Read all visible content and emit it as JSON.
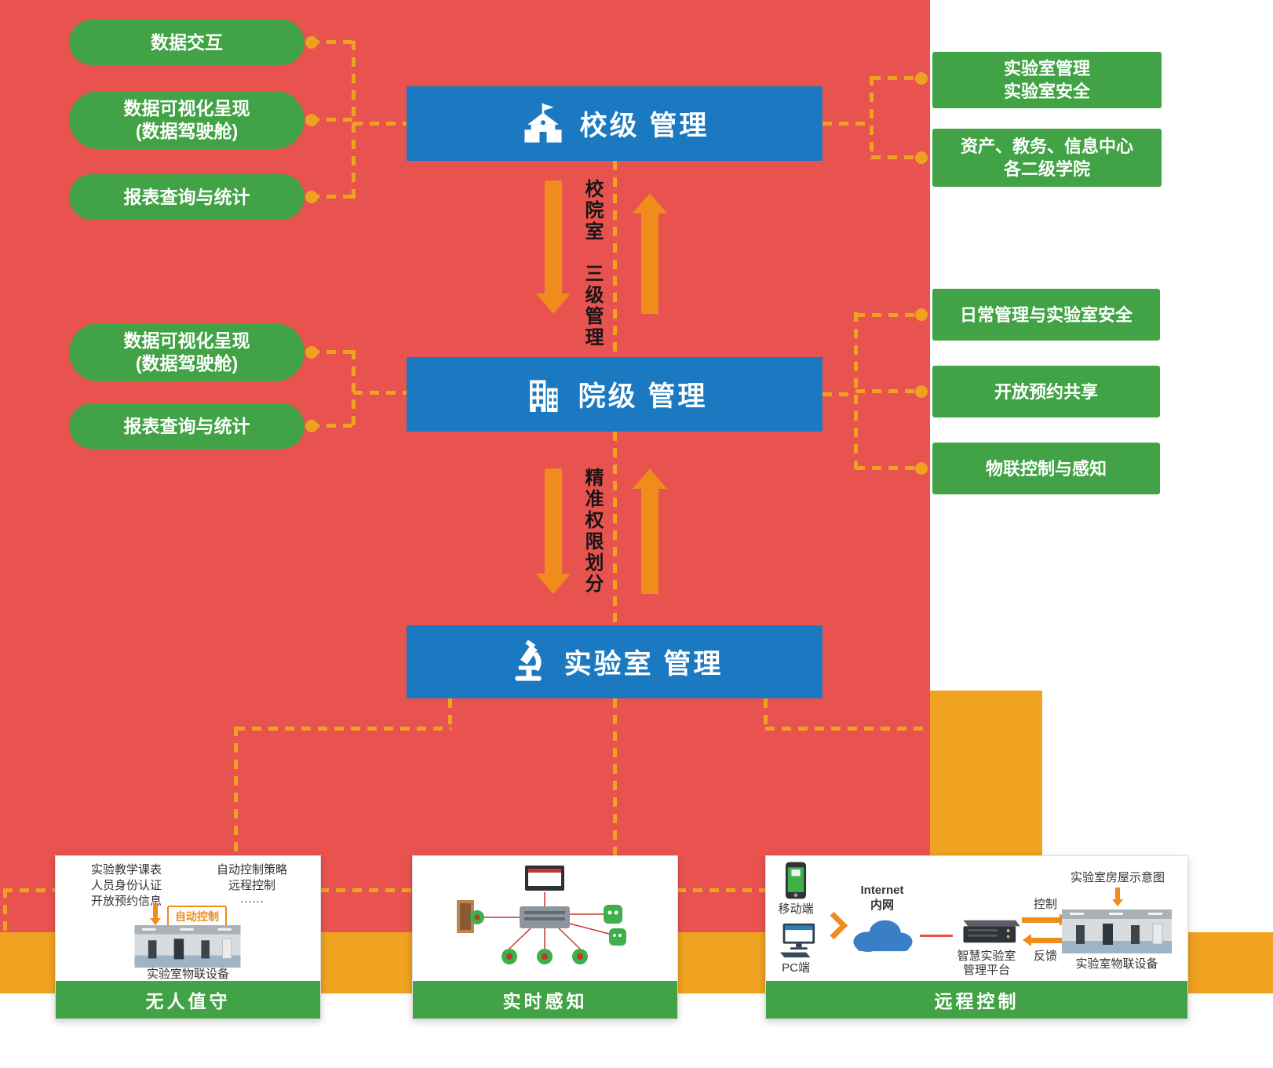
{
  "colors": {
    "background_red": "#e9534f",
    "green": "#41a345",
    "blue": "#1a79c0",
    "orange": "#efa220",
    "arrow_orange": "#ef8c1b"
  },
  "levels": {
    "school": {
      "label": "校级 管理"
    },
    "college": {
      "label": "院级 管理"
    },
    "lab": {
      "label": "实验室 管理"
    }
  },
  "flow_labels": {
    "school_to_college": "校院室　三级管理",
    "college_to_lab": "精准权限划分"
  },
  "left_top_pills": [
    {
      "line1": "数据交互",
      "line2": ""
    },
    {
      "line1": "数据可视化呈现",
      "line2": "(数据驾驶舱)"
    },
    {
      "line1": "报表查询与统计",
      "line2": ""
    }
  ],
  "left_mid_pills": [
    {
      "line1": "数据可视化呈现",
      "line2": "(数据驾驶舱)"
    },
    {
      "line1": "报表查询与统计",
      "line2": ""
    }
  ],
  "right_top_boxes": [
    {
      "line1": "实验室管理",
      "line2": "实验室安全"
    },
    {
      "line1": "资产、教务、信息中心",
      "line2": "各二级学院"
    }
  ],
  "right_mid_boxes": [
    {
      "line1": "日常管理与实验室安全",
      "line2": ""
    },
    {
      "line1": "开放预约共享",
      "line2": ""
    },
    {
      "line1": "物联控制与感知",
      "line2": ""
    }
  ],
  "cards": {
    "unattended": {
      "info_left": [
        "实验教学课表",
        "人员身份认证",
        "开放预约信息"
      ],
      "info_right": [
        "自动控制策略",
        "远程控制",
        "······"
      ],
      "auto_control_label": "自动控制",
      "device_caption": "实验室物联设备",
      "footer": "无人值守"
    },
    "sensing": {
      "footer": "实时感知"
    },
    "remote": {
      "mobile_label": "移动端",
      "pc_label": "PC端",
      "network_line1": "Internet",
      "network_line2": "内网",
      "platform_line1": "智慧实验室",
      "platform_line2": "管理平台",
      "control_label": "控制",
      "feedback_label": "反馈",
      "room_title": "实验室房屋示意图",
      "device_caption": "实验室物联设备",
      "footer": "远程控制"
    }
  }
}
